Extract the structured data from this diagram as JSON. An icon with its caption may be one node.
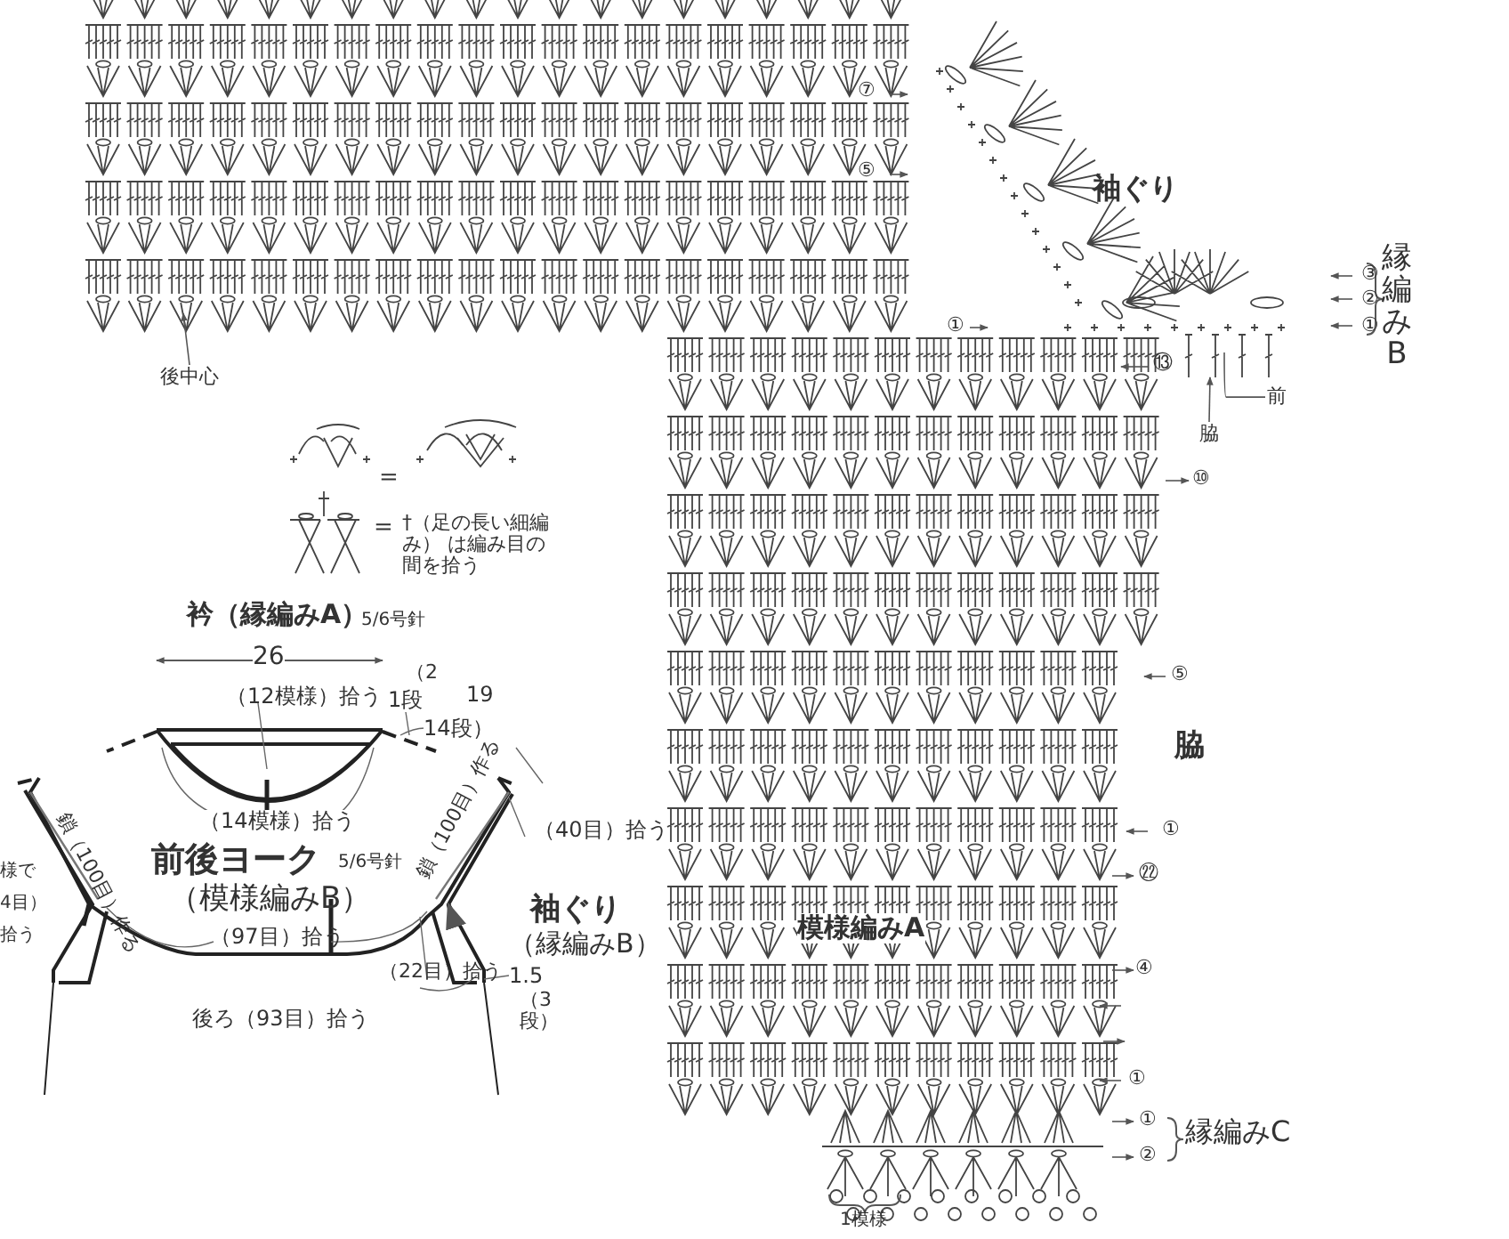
{
  "diagram": {
    "nodes": [
      {
        "text": [
          "後中心"
        ]
      },
      {
        "text": [
          "前"
        ]
      },
      {
        "text": [
          "脇"
        ]
      }
    ],
    "edges": [
      {
        "from": 0,
        "to": null,
        "arrow": "to"
      },
      {
        "from": 1,
        "to": null,
        "arrow": "none"
      },
      {
        "from": 2,
        "to": null,
        "arrow": "to"
      }
    ],
    "labels": [
      "⑦",
      "⑤",
      "袖ぐり",
      "③",
      "②",
      "①",
      "縁編みB",
      "①",
      "⑬",
      "⑩",
      "=",
      "=",
      "†（足の長い細編み） は編み目の間を拾う",
      "⑤",
      "脇",
      "①",
      "㉒",
      "模様編みA",
      "④",
      "①",
      "①",
      "②",
      "縁編みC",
      "1模様",
      "衿（縁編みA）",
      "5/6号針",
      "26",
      "（12模様）拾う",
      "（2",
      "1段",
      "19",
      "14段）",
      "（14模様）拾う",
      "鎖（100目）作る",
      "鎖（100目）作る",
      "（40目）拾う",
      "様で",
      "4目）",
      "拾う",
      "前後ヨーク",
      "5/6号針",
      "（模様編みB）",
      "袖ぐり",
      "（97目）拾う",
      "（縁編みB）",
      "（22目）拾う",
      "1.5",
      "（3段）",
      "後ろ（93目）拾う"
    ]
  }
}
